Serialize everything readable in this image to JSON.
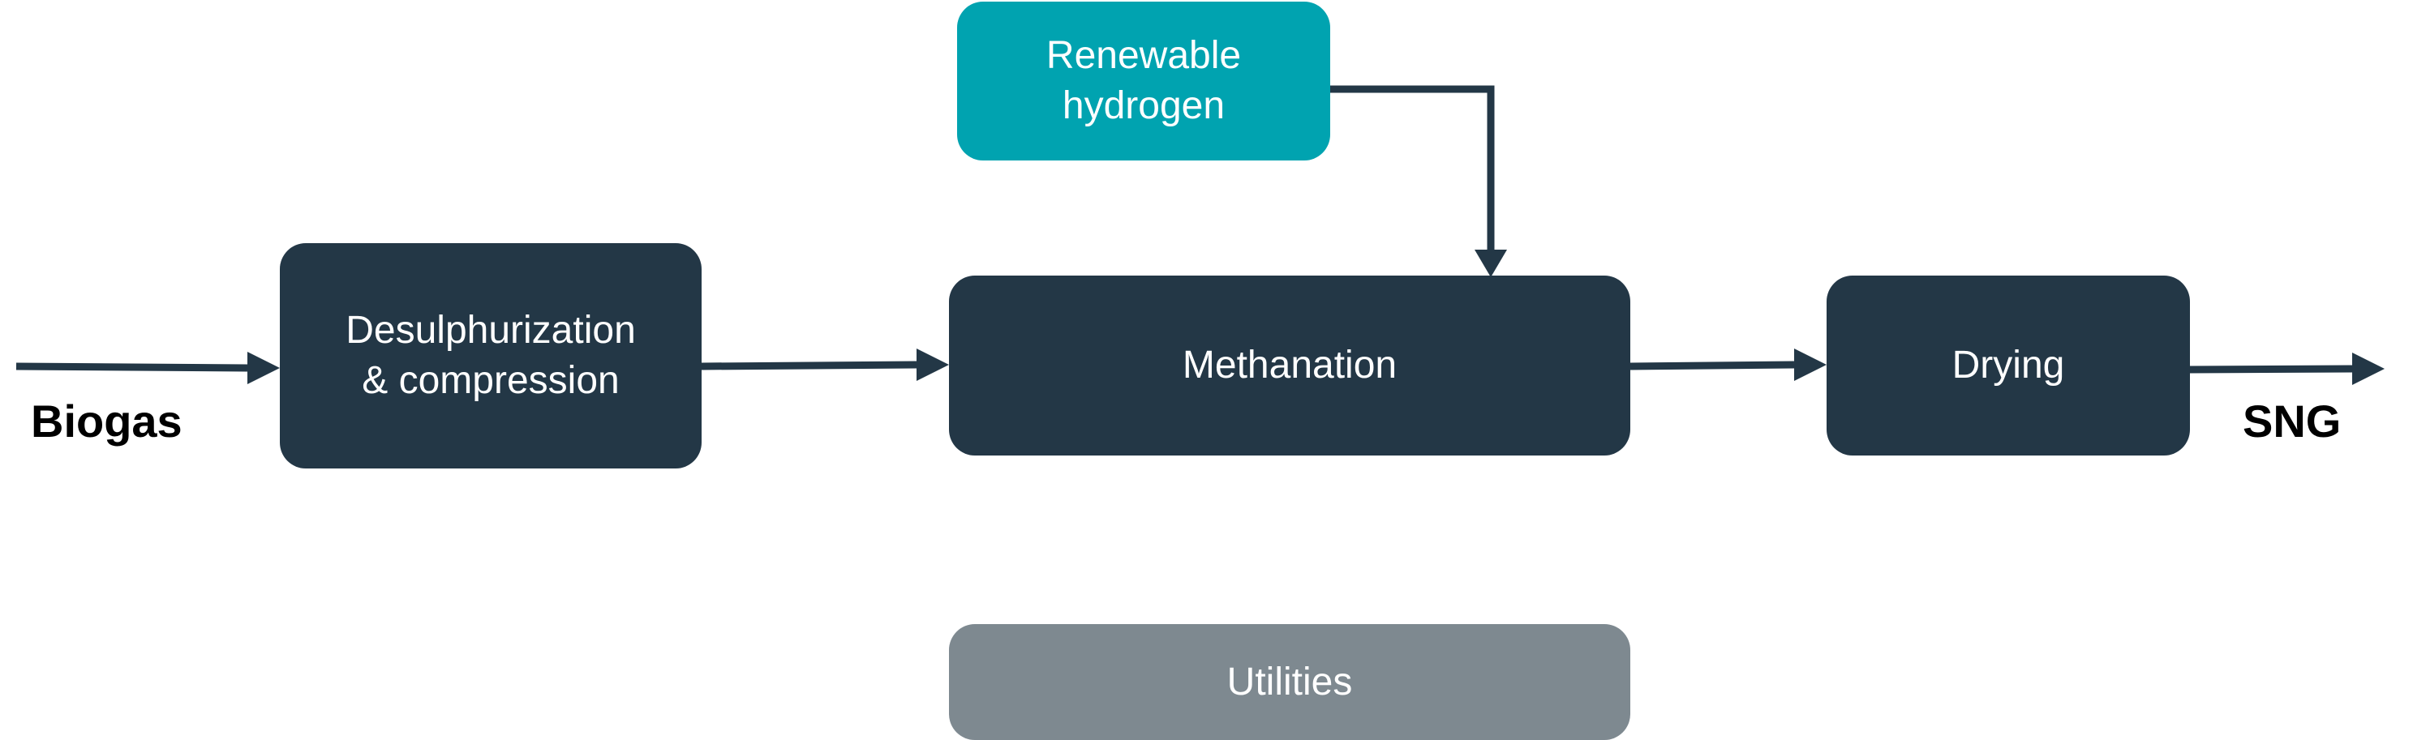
{
  "colors": {
    "dark_box": "#233746",
    "teal_box": "#00A3B0",
    "grey_box": "#7E8990",
    "arrow": "#233746"
  },
  "boxes": {
    "renewable_hydrogen": {
      "line1": "Renewable",
      "line2": "hydrogen"
    },
    "desulphurization": {
      "line1": "Desulphurization",
      "line2": "& compression"
    },
    "methanation": {
      "label": "Methanation"
    },
    "drying": {
      "label": "Drying"
    },
    "utilities": {
      "label": "Utilities"
    }
  },
  "labels": {
    "input": "Biogas",
    "output": "SNG"
  }
}
